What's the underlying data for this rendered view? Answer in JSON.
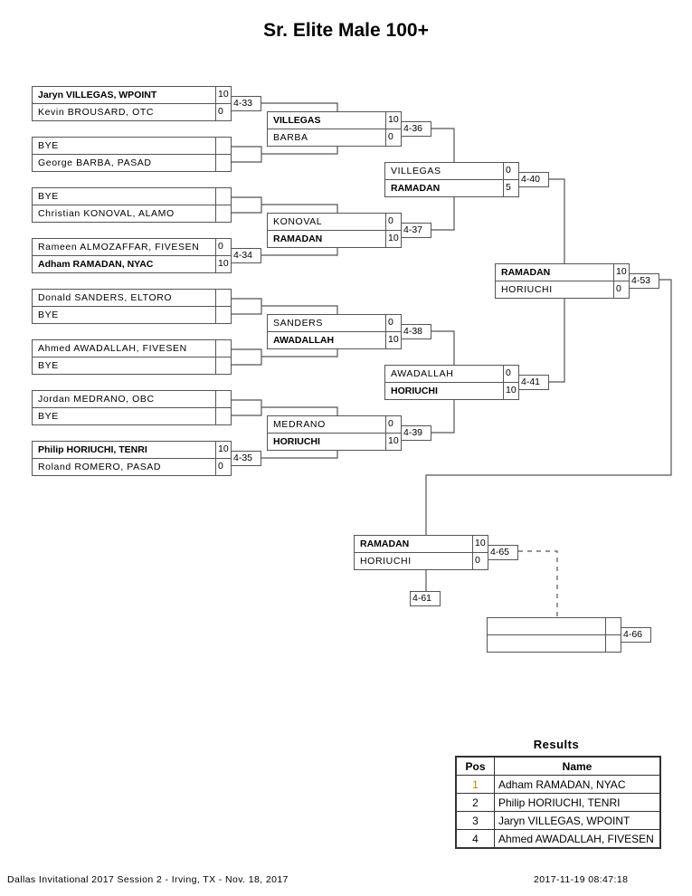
{
  "title": "Sr. Elite Male 100+",
  "round1": [
    {
      "top": {
        "name": "Jaryn VILLEGAS, WPOINT",
        "score": "10",
        "winner": true
      },
      "bottom": {
        "name": "Kevin BROUSARD, OTC",
        "score": "0",
        "winner": false
      },
      "match": "4-33"
    },
    {
      "top": {
        "name": "BYE",
        "score": "",
        "winner": false
      },
      "bottom": {
        "name": "George BARBA, PASAD",
        "score": "",
        "winner": false
      },
      "match": ""
    },
    {
      "top": {
        "name": "BYE",
        "score": "",
        "winner": false
      },
      "bottom": {
        "name": "Christian KONOVAL, ALAMO",
        "score": "",
        "winner": false
      },
      "match": ""
    },
    {
      "top": {
        "name": "Rameen ALMOZAFFAR, FIVESEN",
        "score": "0",
        "winner": false
      },
      "bottom": {
        "name": "Adham RAMADAN, NYAC",
        "score": "10",
        "winner": true
      },
      "match": "4-34"
    },
    {
      "top": {
        "name": "Donald SANDERS, ELTORO",
        "score": "",
        "winner": false
      },
      "bottom": {
        "name": "BYE",
        "score": "",
        "winner": false
      },
      "match": ""
    },
    {
      "top": {
        "name": "Ahmed AWADALLAH, FIVESEN",
        "score": "",
        "winner": false
      },
      "bottom": {
        "name": "BYE",
        "score": "",
        "winner": false
      },
      "match": ""
    },
    {
      "top": {
        "name": "Jordan MEDRANO, OBC",
        "score": "",
        "winner": false
      },
      "bottom": {
        "name": "BYE",
        "score": "",
        "winner": false
      },
      "match": ""
    },
    {
      "top": {
        "name": "Philip HORIUCHI, TENRI",
        "score": "10",
        "winner": true
      },
      "bottom": {
        "name": "Roland ROMERO, PASAD",
        "score": "0",
        "winner": false
      },
      "match": "4-35"
    }
  ],
  "round2": [
    {
      "top": {
        "name": "VILLEGAS",
        "score": "10",
        "winner": true
      },
      "bottom": {
        "name": "BARBA",
        "score": "0",
        "winner": false
      },
      "match": "4-36"
    },
    {
      "top": {
        "name": "KONOVAL",
        "score": "0",
        "winner": false
      },
      "bottom": {
        "name": "RAMADAN",
        "score": "10",
        "winner": true
      },
      "match": "4-37"
    },
    {
      "top": {
        "name": "SANDERS",
        "score": "0",
        "winner": false
      },
      "bottom": {
        "name": "AWADALLAH",
        "score": "10",
        "winner": true
      },
      "match": "4-38"
    },
    {
      "top": {
        "name": "MEDRANO",
        "score": "0",
        "winner": false
      },
      "bottom": {
        "name": "HORIUCHI",
        "score": "10",
        "winner": true
      },
      "match": "4-39"
    }
  ],
  "round3": [
    {
      "top": {
        "name": "VILLEGAS",
        "score": "0",
        "winner": false
      },
      "bottom": {
        "name": "RAMADAN",
        "score": "5",
        "winner": true
      },
      "match": "4-40"
    },
    {
      "top": {
        "name": "AWADALLAH",
        "score": "0",
        "winner": false
      },
      "bottom": {
        "name": "HORIUCHI",
        "score": "10",
        "winner": true
      },
      "match": "4-41"
    }
  ],
  "final": {
    "top": {
      "name": "RAMADAN",
      "score": "10",
      "winner": true
    },
    "bottom": {
      "name": "HORIUCHI",
      "score": "0",
      "winner": false
    },
    "match": "4-53"
  },
  "true_second": {
    "top": {
      "name": "RAMADAN",
      "score": "10",
      "winner": true
    },
    "bottom": {
      "name": "HORIUCHI",
      "score": "0",
      "winner": false
    },
    "match": "4-65",
    "from_match": "4-61"
  },
  "extra": {
    "top": {
      "name": "",
      "score": "",
      "winner": false
    },
    "bottom": {
      "name": "",
      "score": "",
      "winner": false
    },
    "match": "4-66"
  },
  "results": {
    "title": "Results",
    "headers": [
      "Pos",
      "Name"
    ],
    "rows": [
      {
        "pos": "1",
        "name": "Adham RAMADAN, NYAC"
      },
      {
        "pos": "2",
        "name": "Philip HORIUCHI, TENRI"
      },
      {
        "pos": "3",
        "name": "Jaryn VILLEGAS, WPOINT"
      },
      {
        "pos": "4",
        "name": "Ahmed AWADALLAH, FIVESEN"
      }
    ]
  },
  "footer": {
    "left": "Dallas Invitational 2017 Session 2 - Irving, TX - Nov. 18, 2017",
    "right": "2017-11-19 08:47:18"
  }
}
